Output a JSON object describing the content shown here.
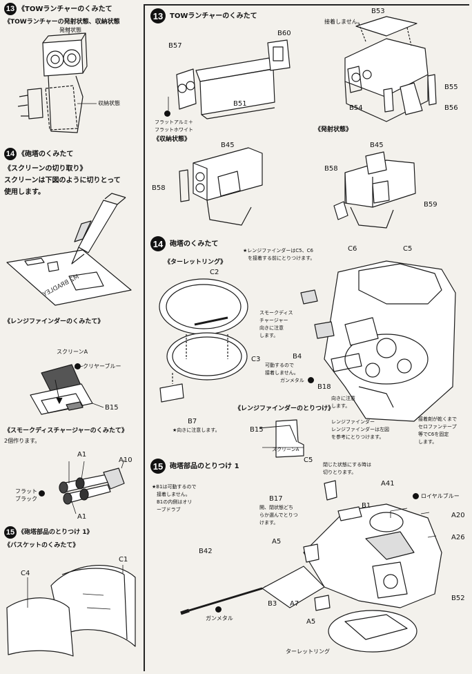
{
  "left": {
    "step13": {
      "num": "13",
      "title": "《TOWランチャーのくみたて",
      "subtitle": "《TOWランチャーの発射状態、収納状態",
      "label_fire": "発射状態",
      "label_store": "収納状態"
    },
    "step14": {
      "num": "14",
      "title": "《砲塔のくみたて",
      "screen_head": "《スクリーンの切り取り》",
      "screen_text_1": "スクリーンは下図のように切りとって",
      "screen_text_2": "使用します。",
      "sheet_text": "M2 BRADLEY",
      "range_head": "《レンジファインダーのくみたて》",
      "screen_a": "スクリーンA",
      "clear_blue": "クリヤーブルー",
      "b15": "B15",
      "smoke_head": "《スモークディスチャージャーのくみたて》",
      "smoke_note": "2個作ります。",
      "a1_top": "A1",
      "a10": "A10",
      "flat_black": "フラット\nブラック",
      "a1_bottom": "A1"
    },
    "step15": {
      "num": "15",
      "title": "《砲塔部品のとりつけ 1》",
      "basket_head": "《バスケットのくみたて》",
      "c4": "C4",
      "c1": "C1"
    }
  },
  "right": {
    "step13": {
      "num": "13",
      "title": "TOWランチャーのくみたて",
      "b57": "B57",
      "b60": "B60",
      "b51": "B51",
      "flat_paint": "フラットアルミ＋\nフラットホワイト",
      "no_glue": "接着しません。",
      "b53": "B53",
      "b55": "B55",
      "b54": "B54",
      "b56": "B56",
      "stored_head": "《収納状態》",
      "b45_left": "B45",
      "b58_left": "B58",
      "fire_head": "《発射状態》",
      "b45_right": "B45",
      "b58_right": "B58",
      "b59": "B59"
    },
    "step14": {
      "num": "14",
      "title": "砲塔のくみたて",
      "rf_note": "★レンジファインダーはC5、C6\n　を接着する前にとりつけます。",
      "c6": "C6",
      "c5_top": "C5",
      "turret_ring_head": "《ターレットリング》",
      "c2": "C2",
      "c3": "C3",
      "smoke_note": "スモークディス\nチャージャー\n向きに注意\nします。",
      "b4": "B4",
      "b4_note": "可動するので\n接着しません。",
      "gunmetal": "ガンメタル",
      "b18": "B18",
      "direction_note": "向きに注意\nします。",
      "b7": "B7",
      "b7_note": "★向きに注意します。",
      "rf_mount_head": "《レンジファインダーのとりつけ》",
      "b15": "B15",
      "screen_a": "スクリーンA",
      "c5_bottom": "C5",
      "rf_install": "レンジファインダー\nレンジファインダーは左図\nを参考にとりつけます。",
      "glue_note": "接着剤が乾くまで\nセロファンテープ\n等でC6を固定\nします。"
    },
    "step15": {
      "num": "15",
      "title": "砲塔部品のとりつけ 1",
      "b1_note": "★B1は可動するので\n　接着しません。\n　B1の内側はオリ\n　ーブドラブ",
      "closed_note": "閉じた状態にする時は\n切りとります。",
      "b17": "B17",
      "b17_note": "開、閉状態どち\nらか選んでとりつ\nけます。",
      "b1": "B1",
      "a41": "A41",
      "royal_blue": "ロイヤルブルー",
      "a20": "A20",
      "a26": "A26",
      "a5_top": "A5",
      "b42": "B42",
      "b3": "B3",
      "a7": "A7",
      "a5_bottom": "A5",
      "b52": "B52",
      "gunmetal": "ガンメタル",
      "turret_ring": "ターレットリング"
    }
  }
}
